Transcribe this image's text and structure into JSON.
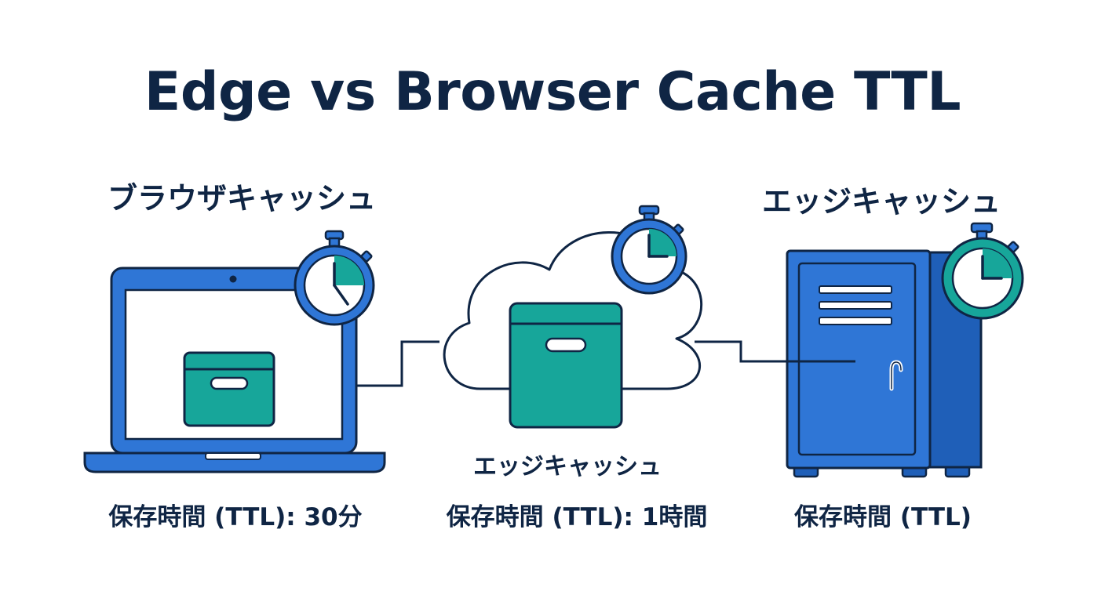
{
  "title": "Edge vs Browser Cache TTL",
  "browser": {
    "heading": "ブラウザキャッシュ",
    "ttl": "保存時間 (TTL): 30分"
  },
  "edge": {
    "label": "エッジキャッシュ",
    "ttl": "保存時間 (TTL): 1時間"
  },
  "server": {
    "heading": "エッジキャッシュ",
    "ttl": "保存時間 (TTL)"
  },
  "colors": {
    "navy": "#0f2544",
    "blue": "#2f76d6",
    "teal": "#17a69a",
    "light_blue": "#e8f1fc"
  },
  "icons": [
    "laptop-icon",
    "cloud-icon",
    "server-cabinet-icon",
    "cache-box-icon",
    "stopwatch-icon"
  ]
}
